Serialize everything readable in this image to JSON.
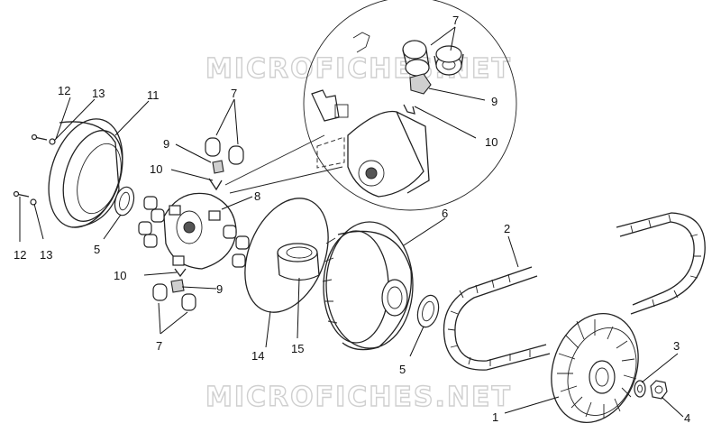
{
  "watermark": "MICROFICHES.NET",
  "callouts": {
    "c1": "1",
    "c2": "2",
    "c3": "3",
    "c4": "4",
    "c5a": "5",
    "c5b": "5",
    "c6": "6",
    "c7a": "7",
    "c7b": "7",
    "c7c": "7",
    "c8": "8",
    "c9a": "9",
    "c9b": "9",
    "c9c": "9",
    "c10a": "10",
    "c10b": "10",
    "c10c": "10",
    "c11": "11",
    "c12a": "12",
    "c12b": "12",
    "c13a": "13",
    "c13b": "13",
    "c14": "14",
    "c15": "15"
  }
}
